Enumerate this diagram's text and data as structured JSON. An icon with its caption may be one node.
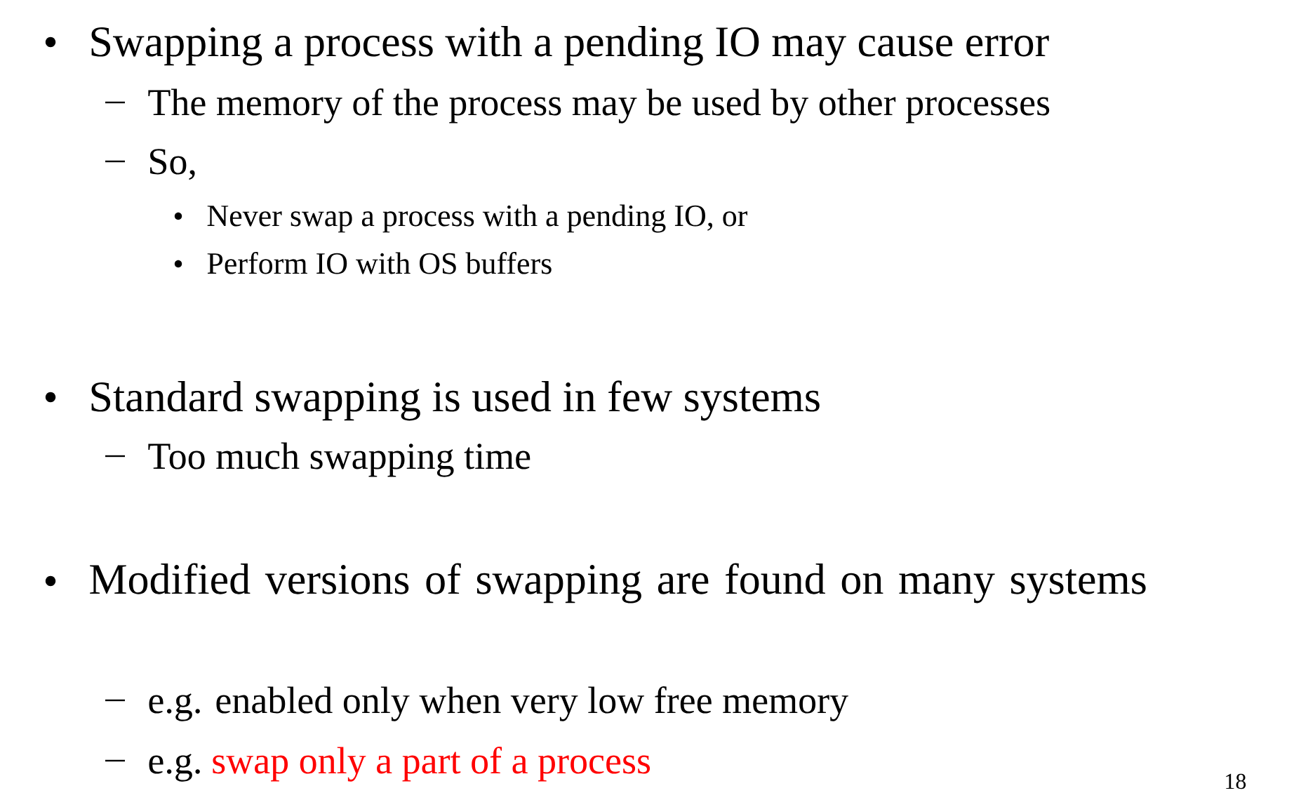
{
  "diagram": {
    "labels": [
      "Swapping a process with a pending IO may cause error",
      "The memory of the process may be used by other processes",
      "So,",
      "Never swap a process with a pending IO, or",
      "Perform IO with OS buffers",
      "Standard swapping is used in few systems",
      "Too much swapping time",
      "Modified versions of swapping are found on many systems",
      "e.g. enabled only when very low free memory",
      "e.g.",
      "swap only a part of a process",
      "18"
    ]
  }
}
